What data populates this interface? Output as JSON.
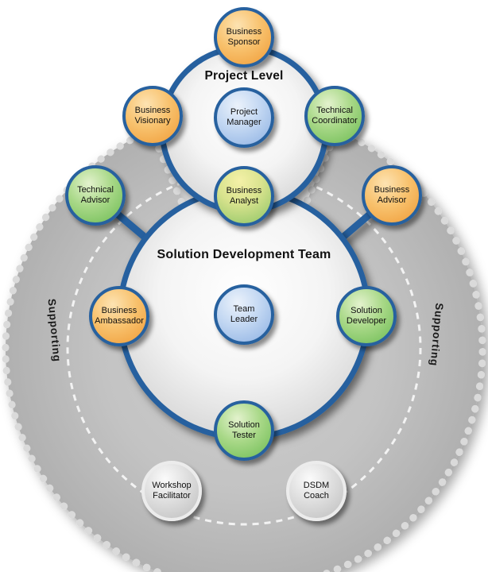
{
  "diagram": {
    "project_level_title": "Project Level",
    "sdt_title": "Solution Development Team",
    "supporting_label_left": "Supporting",
    "supporting_label_right": "Supporting",
    "roles": {
      "business_sponsor": {
        "label": "Business\nSponsor",
        "color": "orange"
      },
      "business_visionary": {
        "label": "Business\nVisionary",
        "color": "orange"
      },
      "project_manager": {
        "label": "Project\nManager",
        "color": "blue"
      },
      "technical_coordinator": {
        "label": "Technical\nCoordinator",
        "color": "green"
      },
      "business_analyst": {
        "label": "Business\nAnalyst",
        "color": "yellowgreen"
      },
      "technical_advisor": {
        "label": "Technical\nAdvisor",
        "color": "green"
      },
      "business_advisor": {
        "label": "Business\nAdvisor",
        "color": "orange"
      },
      "business_ambassador": {
        "label": "Business\nAmbassador",
        "color": "orange"
      },
      "team_leader": {
        "label": "Team\nLeader",
        "color": "blue"
      },
      "solution_developer": {
        "label": "Solution\nDeveloper",
        "color": "green"
      },
      "solution_tester": {
        "label": "Solution\nTester",
        "color": "green"
      },
      "workshop_facilitator": {
        "label": "Workshop\nFacilitator",
        "color": "gray"
      },
      "dsdm_coach": {
        "label": "DSDM\nCoach",
        "color": "gray"
      }
    },
    "palette": {
      "business_orange": "#F4A83F",
      "technical_green": "#7CC05C",
      "management_blue": "#A6C1E8",
      "analyst_yellow_green": "#D7E28C",
      "supporting_gray": "#C3C3C3",
      "circle_border_blue": "#27619F",
      "big_circle_fill": "#F2F2F2"
    }
  }
}
